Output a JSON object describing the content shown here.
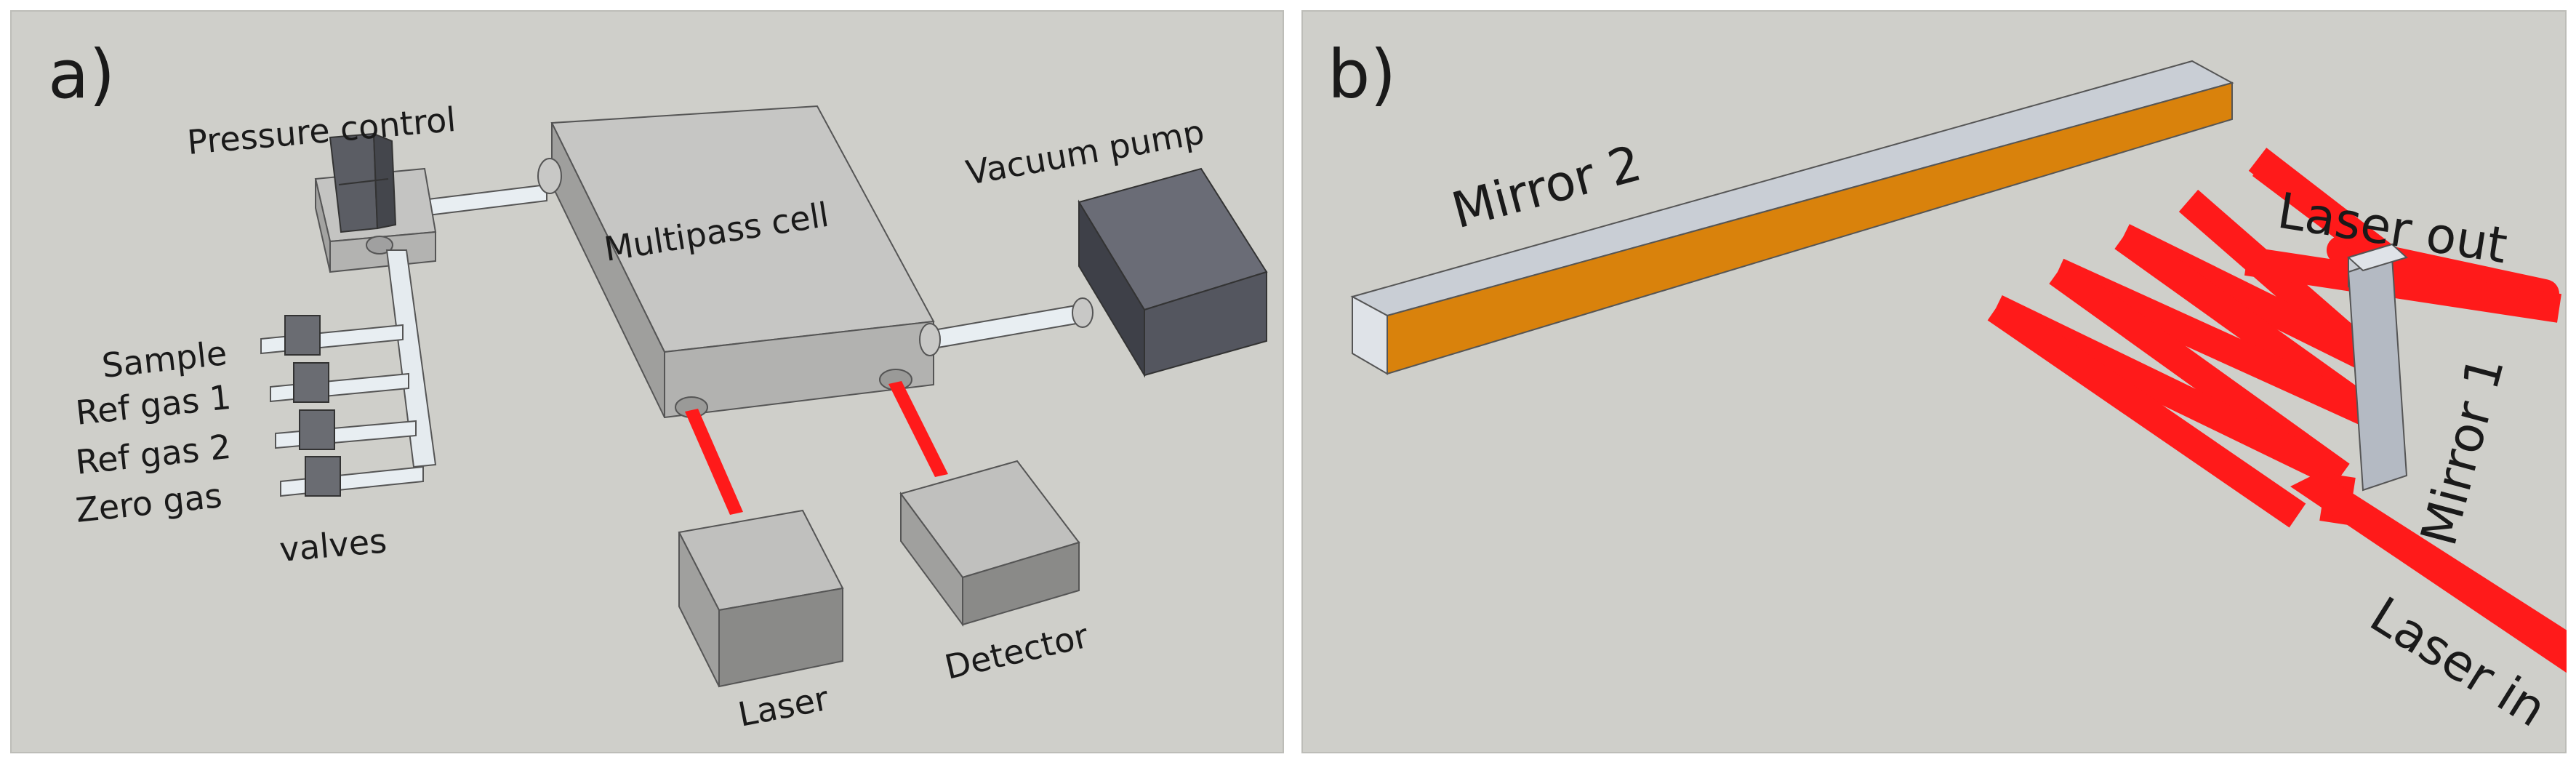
{
  "panel_a": {
    "letter": "a)",
    "labels": {
      "pressure_control": "Pressure control",
      "multipass_cell": "Multipass cell",
      "vacuum_pump": "Vacuum pump",
      "sample": "Sample",
      "ref_gas_1": "Ref gas 1",
      "ref_gas_2": "Ref gas 2",
      "zero_gas": "Zero gas",
      "valves": "valves",
      "laser": "Laser",
      "detector": "Detector"
    }
  },
  "panel_b": {
    "letter": "b)",
    "labels": {
      "mirror_2": "Mirror 2",
      "mirror_1": "Mirror 1",
      "laser_out": "Laser out",
      "laser_in": "Laser in"
    }
  },
  "colors": {
    "background": "#cfcfca",
    "box_light": "#b9b9b7",
    "box_dark": "#54565f",
    "laser_beam": "#ff1a1a",
    "mirror_coating": "#d9820c",
    "mirror_body": "#b4bac3"
  }
}
